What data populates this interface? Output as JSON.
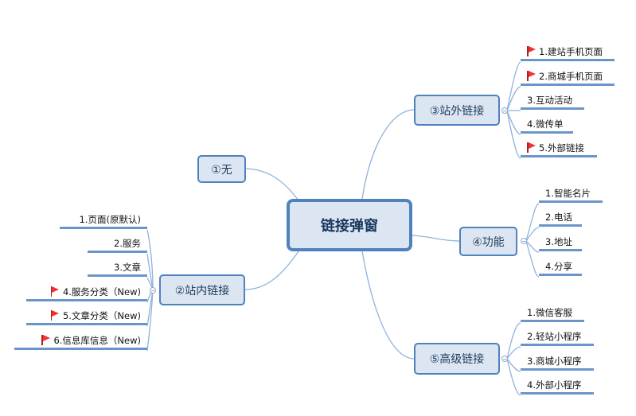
{
  "center": {
    "label": "链接弹窗"
  },
  "branches": {
    "none": {
      "label": "①无"
    },
    "internal": {
      "label": "②站内链接",
      "items": [
        {
          "label": "1.页面(原默认)",
          "flag": false
        },
        {
          "label": "2.服务",
          "flag": false
        },
        {
          "label": "3.文章",
          "flag": false
        },
        {
          "label": "4.服务分类（New)",
          "flag": true
        },
        {
          "label": "5.文章分类（New)",
          "flag": true
        },
        {
          "label": "6.信息库信息（New)",
          "flag": true
        }
      ]
    },
    "external": {
      "label": "③站外链接",
      "items": [
        {
          "label": "1.建站手机页面",
          "flag": true
        },
        {
          "label": "2.商城手机页面",
          "flag": true
        },
        {
          "label": "3.互动活动",
          "flag": false
        },
        {
          "label": "4.微传单",
          "flag": false
        },
        {
          "label": "5.外部链接",
          "flag": true
        }
      ]
    },
    "features": {
      "label": "④功能",
      "items": [
        {
          "label": "1.智能名片",
          "flag": false
        },
        {
          "label": "2.电话",
          "flag": false
        },
        {
          "label": "3.地址",
          "flag": false
        },
        {
          "label": "4.分享",
          "flag": false
        }
      ]
    },
    "advanced": {
      "label": "⑤高级链接",
      "items": [
        {
          "label": "1.微信客服",
          "flag": false
        },
        {
          "label": "2.轻站小程序",
          "flag": false
        },
        {
          "label": "3.商城小程序",
          "flag": false
        },
        {
          "label": "4.外部小程序",
          "flag": false
        }
      ]
    }
  },
  "colors": {
    "line": "#8fb3dc",
    "underline": "#6b95c9",
    "node_fill": "#dce6f2",
    "node_border": "#4f81bd",
    "flag": "#e33333"
  },
  "icons": {
    "flag": "red-flag-icon",
    "toggle": "collapse-toggle-icon"
  }
}
